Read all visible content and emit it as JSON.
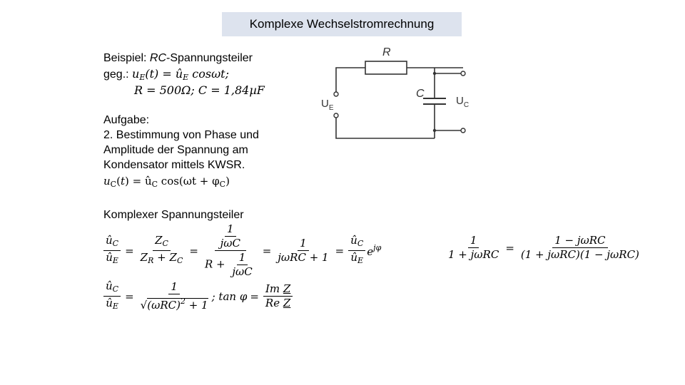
{
  "slide": {
    "title": "Komplexe Wechselstromrechnung"
  },
  "example": {
    "label_prefix": "Beispiel: ",
    "label_rc": "RC",
    "label_suffix": "-Spannungsteiler",
    "given_prefix": "geg.: ",
    "given_line1": "uE(t) = ûE cosωt;",
    "given_line2": "R = 500Ω; C = 1,84µF"
  },
  "task": {
    "heading": "Aufgabe:",
    "line1": "2. Bestimmung von Phase und",
    "line2": "Amplitude der Spannung am",
    "line3": "Kondensator mittels KWSR.",
    "formula": "uC(t) = ûC cos(ωt + φC)"
  },
  "divider": {
    "heading": "Komplexer Spannungsteiler"
  },
  "circuit": {
    "resistor_label": "R",
    "capacitor_label": "C",
    "input_label": "U",
    "input_sub": "E",
    "output_label": "U",
    "output_sub": "C"
  },
  "equations": {
    "eq1": "ûC/ûE = ZC/(ZR + ZC) = (1/jωC)/(R + 1/jωC) = 1/(jωRC + 1) = ûC/ûE e^jφ",
    "eq2": "ûC/ûE = 1/√((ωRC)² + 1); tan φ = Im Z / Re Z",
    "eq3": "1/(1 + jωRC) = (1 − jωRC)/((1 + jωRC)(1 − jωRC))"
  }
}
